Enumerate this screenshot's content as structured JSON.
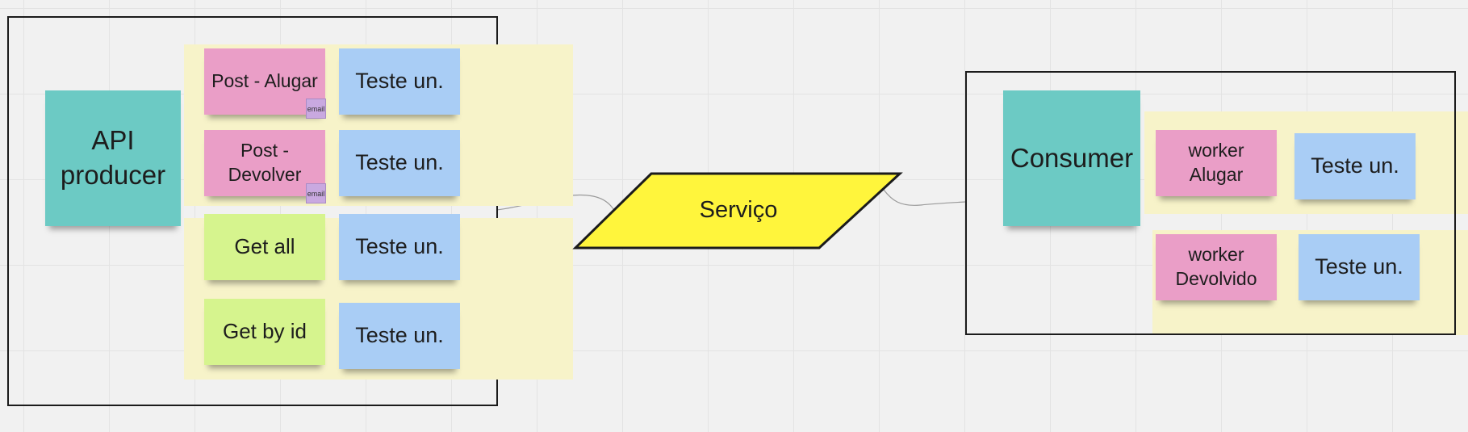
{
  "producer": {
    "title": "API producer",
    "endpoints": [
      {
        "label": "Post - Alugar",
        "tag": "email",
        "test": "Teste un."
      },
      {
        "label": "Post - Devolver",
        "tag": "email",
        "test": "Teste un."
      },
      {
        "label": "Get all",
        "test": "Teste un."
      },
      {
        "label": "Get by id",
        "test": "Teste un."
      }
    ]
  },
  "service": {
    "label": "Serviço"
  },
  "consumer": {
    "title": "Consumer",
    "workers": [
      {
        "label": "worker Alugar",
        "test": "Teste un."
      },
      {
        "label": "worker Devolvido",
        "test": "Teste un."
      }
    ]
  },
  "colors": {
    "pink_note": "#ea9ec7",
    "blue_note": "#a9cdf5",
    "green_note": "#d6f48e",
    "teal_note": "#6ccac4",
    "band": "#f7f3c9",
    "service_fill": "#fff53c",
    "tag": "#c9a9e0"
  }
}
